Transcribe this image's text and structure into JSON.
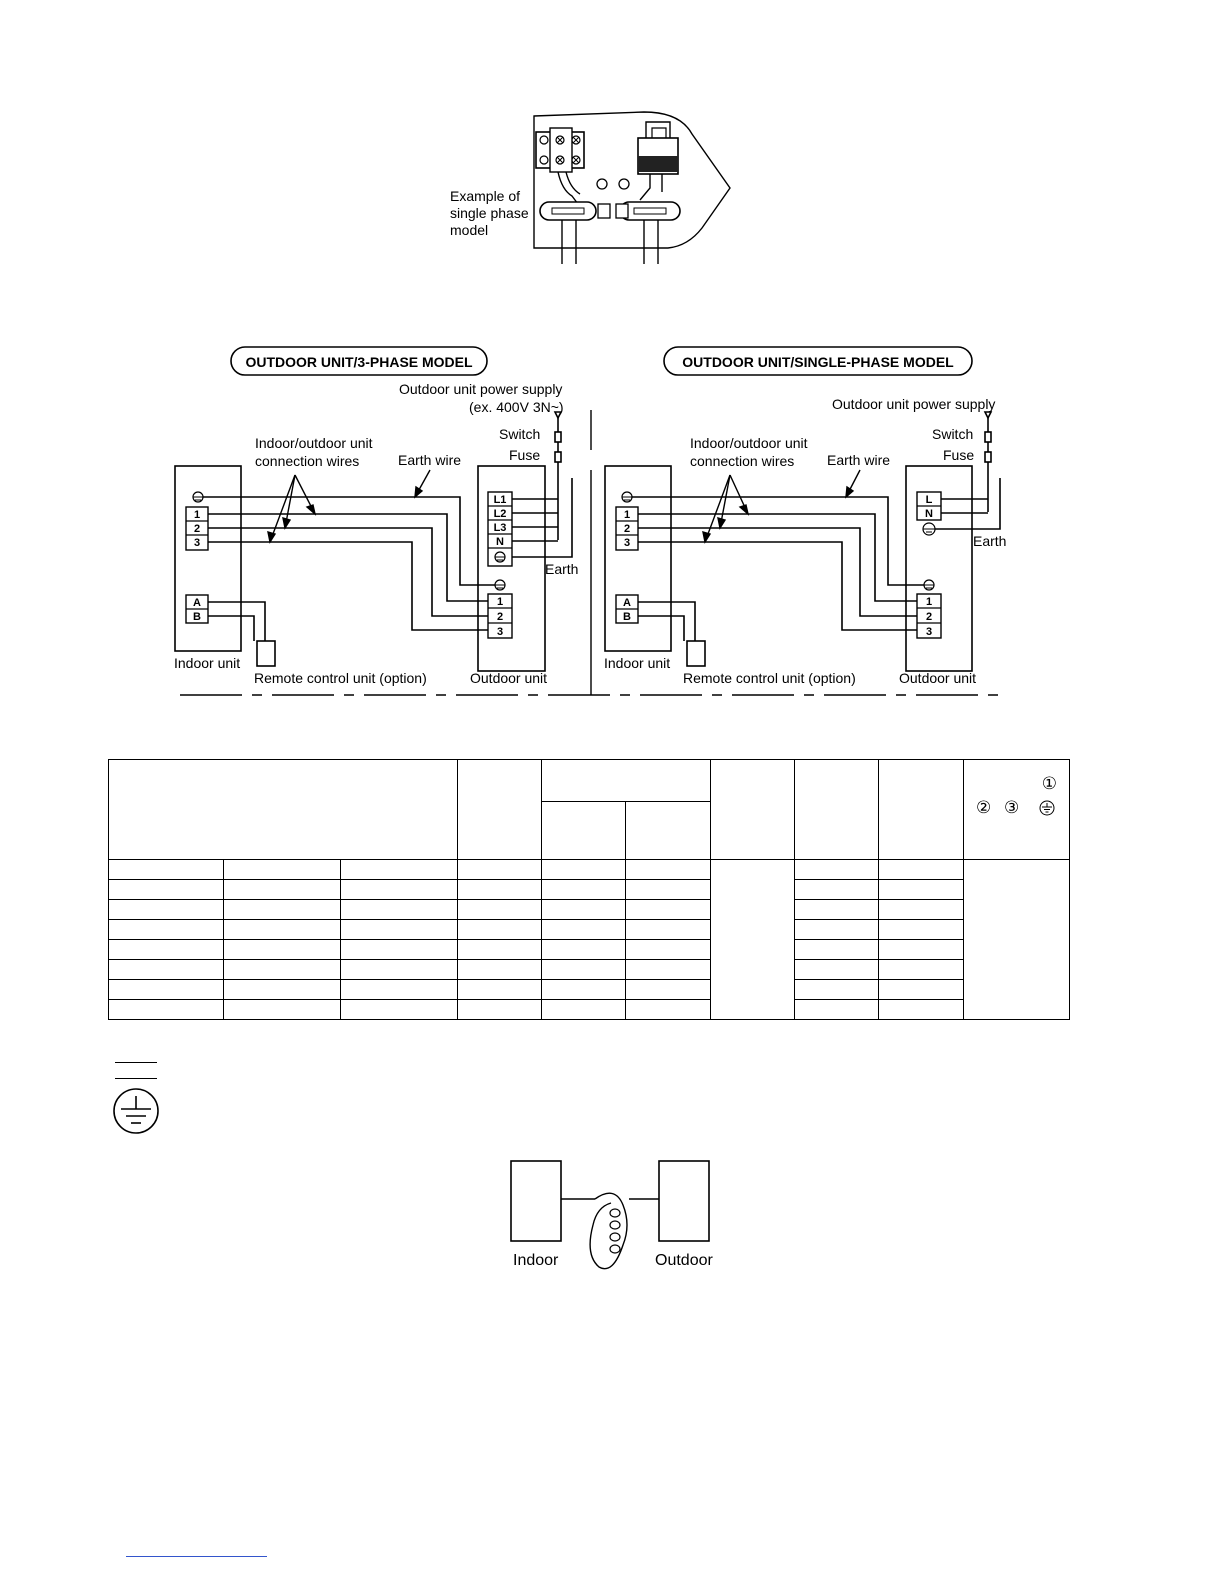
{
  "photo_example": {
    "caption_lines": [
      "Example of",
      "single phase",
      "model"
    ]
  },
  "three_phase": {
    "title": "OUTDOOR UNIT/3-PHASE MODEL",
    "power_supply": "Outdoor unit power supply",
    "power_spec": "(ex. 400V 3N~)",
    "switch": "Switch",
    "fuse": "Fuse",
    "connection_wires_line1": "Indoor/outdoor unit",
    "connection_wires_line2": "connection wires",
    "earth_wire": "Earth wire",
    "earth": "Earth",
    "indoor_unit": "Indoor unit",
    "outdoor_unit": "Outdoor unit",
    "remote_control": "Remote control unit (option)",
    "indoor_terminals": [
      "1",
      "2",
      "3"
    ],
    "remote_terminals": [
      "A",
      "B"
    ],
    "power_terminals": [
      "L1",
      "L2",
      "L3",
      "N"
    ],
    "outdoor_terminals": [
      "1",
      "2",
      "3"
    ]
  },
  "single_phase": {
    "title": "OUTDOOR UNIT/SINGLE-PHASE MODEL",
    "power_supply": "Outdoor unit power supply",
    "switch": "Switch",
    "fuse": "Fuse",
    "connection_wires_line1": "Indoor/outdoor unit",
    "connection_wires_line2": "connection wires",
    "earth_wire": "Earth wire",
    "earth": "Earth",
    "indoor_unit": "Indoor unit",
    "outdoor_unit": "Outdoor unit",
    "remote_control": "Remote control unit (option)",
    "indoor_terminals": [
      "1",
      "2",
      "3"
    ],
    "remote_terminals": [
      "A",
      "B"
    ],
    "power_terminals": [
      "L",
      "N"
    ],
    "outdoor_terminals": [
      "1",
      "2",
      "3"
    ]
  },
  "table_symbols": {
    "circled_1": "①",
    "circled_2": "②",
    "circled_3": "③"
  },
  "coil_diagram": {
    "indoor": "Indoor",
    "outdoor": "Outdoor"
  }
}
